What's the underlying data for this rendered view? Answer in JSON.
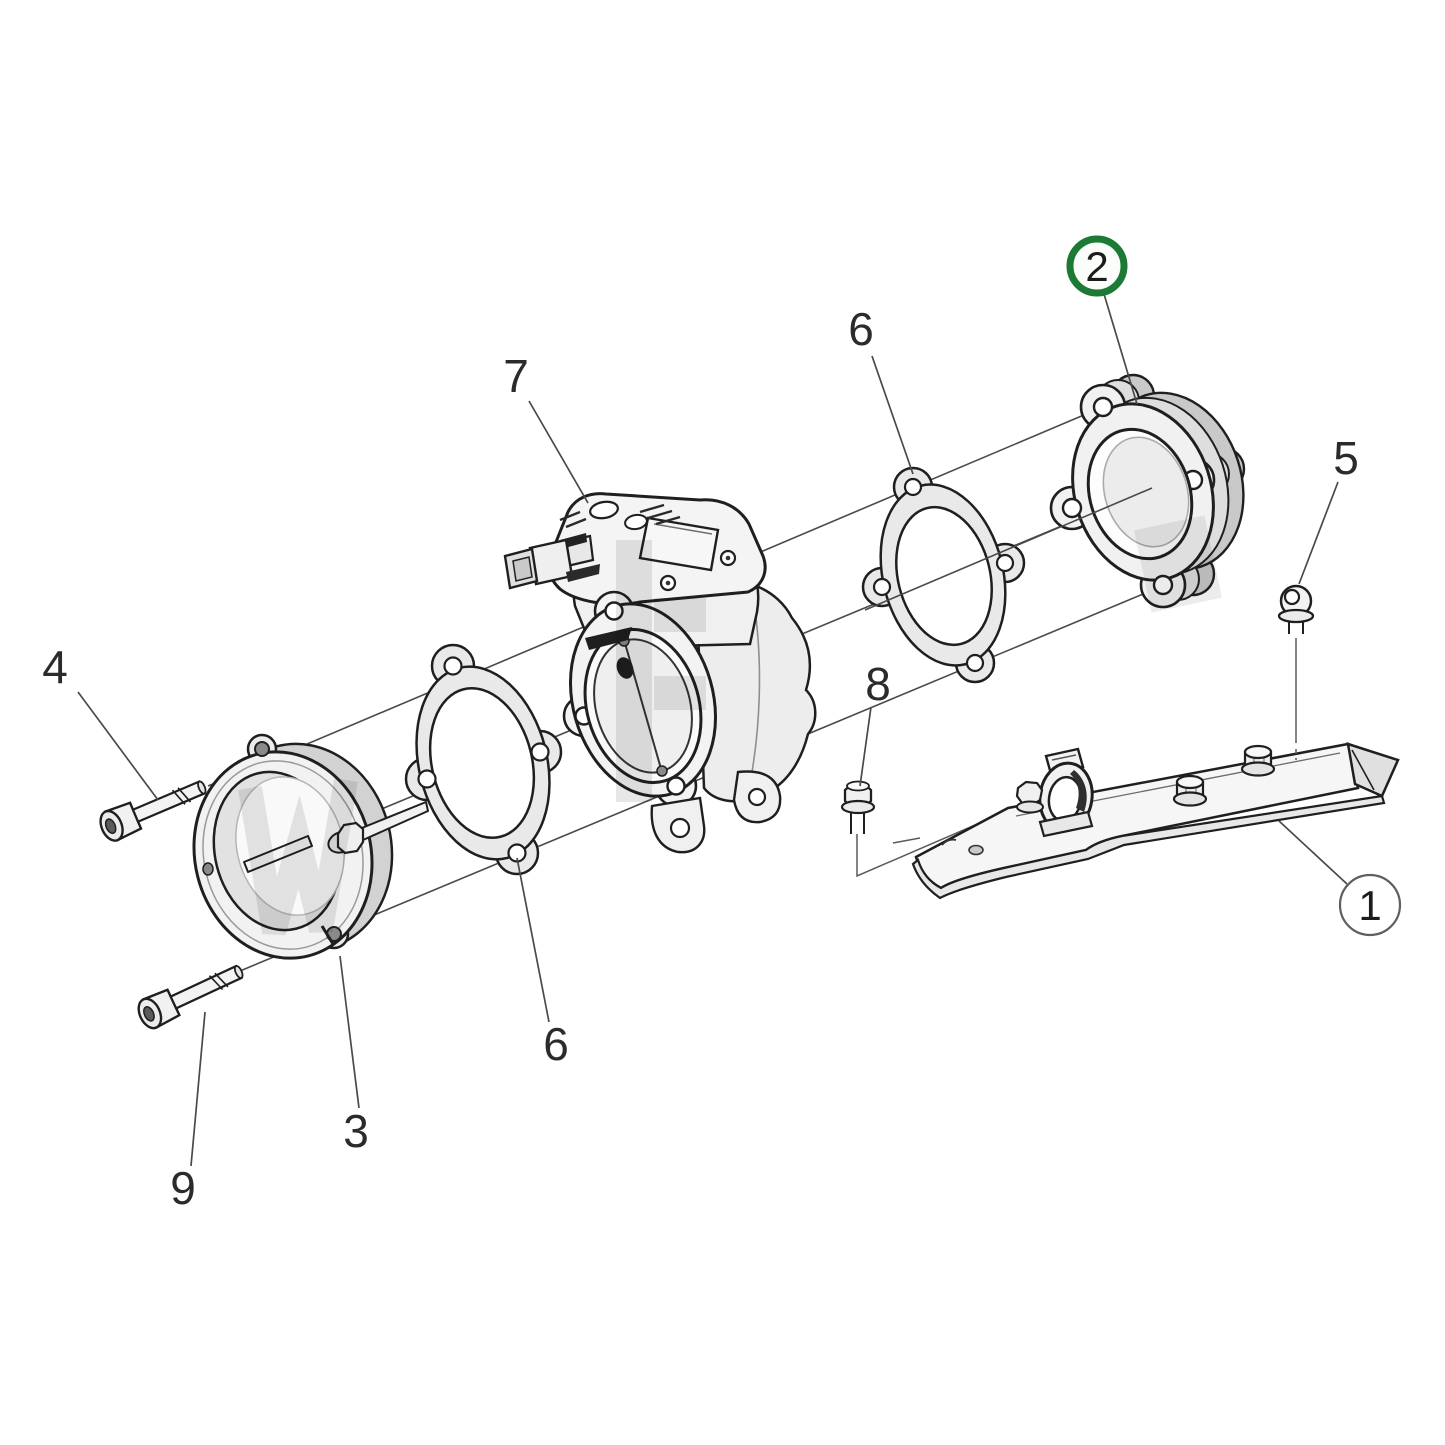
{
  "diagram": {
    "type": "exploded-parts-diagram",
    "subject": "throttle-valve-assembly",
    "background": "#ffffff",
    "callouts": [
      {
        "label": "1",
        "style": "circle-outline"
      },
      {
        "label": "2",
        "style": "circle-highlight"
      },
      {
        "label": "3",
        "style": "plain"
      },
      {
        "label": "4",
        "style": "plain"
      },
      {
        "label": "5",
        "style": "plain"
      },
      {
        "label": "6",
        "style": "plain"
      },
      {
        "label": "6",
        "style": "plain"
      },
      {
        "label": "7",
        "style": "plain"
      },
      {
        "label": "8",
        "style": "plain"
      },
      {
        "label": "9",
        "style": "plain"
      }
    ],
    "colors": {
      "highlight_green": "#1b7a33",
      "outline": "#1f1f1f",
      "thin_line": "#4a4a4a",
      "label_text": "#2b2b2b",
      "part_fill": "#f2f2f2",
      "gasket_fill": "#e9e9e9",
      "depth_fill": "#c9c9c9",
      "watermark": "#e3e3e3"
    }
  }
}
